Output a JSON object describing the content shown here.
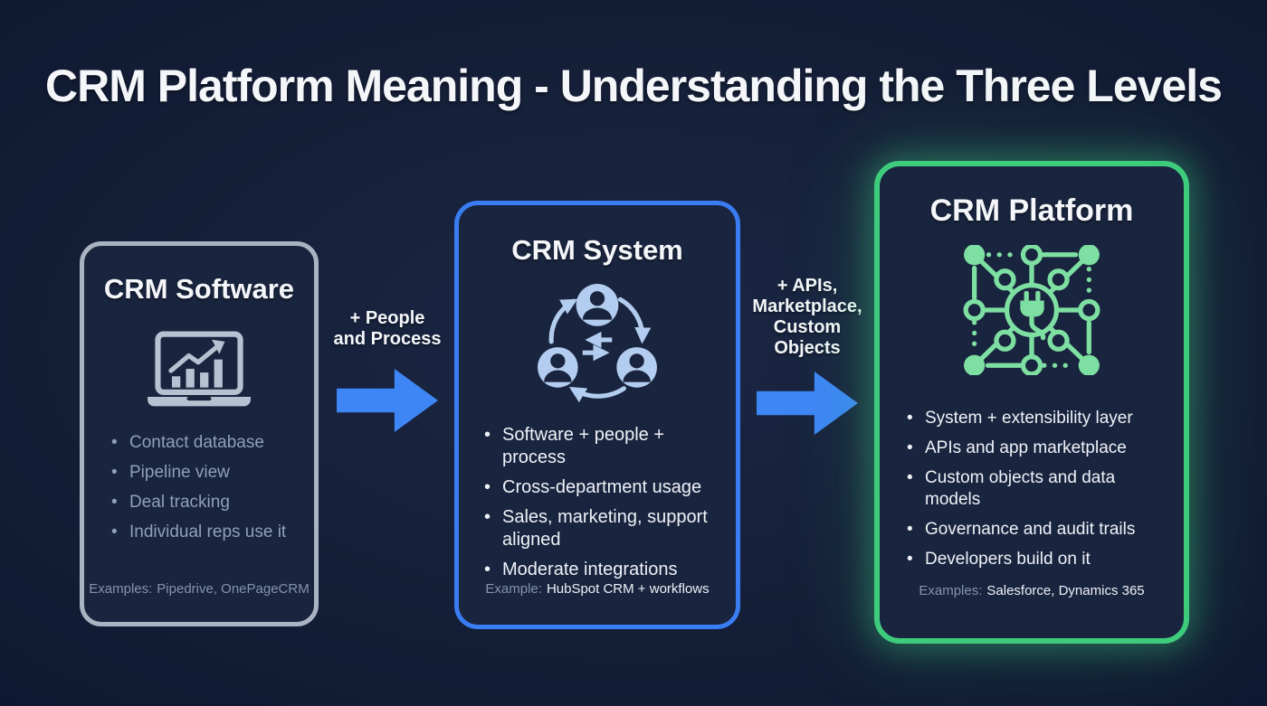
{
  "title": "CRM Platform Meaning - Understanding the Three Levels",
  "colors": {
    "bg": "#141e37",
    "title_color": "#f4f6f9",
    "arrow_blue": "#3e86f5",
    "box1_border": "#a9b3c1",
    "box2_border": "#3a7df2",
    "box3_border": "#3ecb7c",
    "muted_text": "#8fa0bb",
    "white_text": "#eef2f8",
    "faint_text": "#8493ad",
    "icon_gray": "#b6c1d1",
    "icon_blue": "#b3cdf0",
    "icon_green": "#7edfa2",
    "box_bg": "#19243e"
  },
  "boxes": [
    {
      "title": "CRM Software",
      "icon": "laptop-chart-icon",
      "bullets": [
        "Contact database",
        "Pipeline view",
        "Deal tracking",
        "Individual reps use it"
      ],
      "examples_label": "Examples:",
      "examples_value": "Pipedrive, OnePageCRM"
    },
    {
      "title": "CRM System",
      "icon": "people-cycle-icon",
      "bullets": [
        "Software + people + process",
        "Cross-department usage",
        "Sales, marketing, support aligned",
        "Moderate integrations"
      ],
      "examples_label": "Example:",
      "examples_value": "HubSpot CRM + workflows"
    },
    {
      "title": "CRM Platform",
      "icon": "integration-plug-icon",
      "bullets": [
        "System + extensibility layer",
        "APIs and app marketplace",
        "Custom objects and data models",
        "Governance and audit trails",
        "Developers build on it"
      ],
      "examples_label": "Examples:",
      "examples_value": "Salesforce, Dynamics 365"
    }
  ],
  "arrows": [
    {
      "label_lines": [
        "+ People",
        "and Process"
      ]
    },
    {
      "label_lines": [
        "+ APIs,",
        "Marketplace,",
        "Custom",
        "Objects"
      ]
    }
  ]
}
